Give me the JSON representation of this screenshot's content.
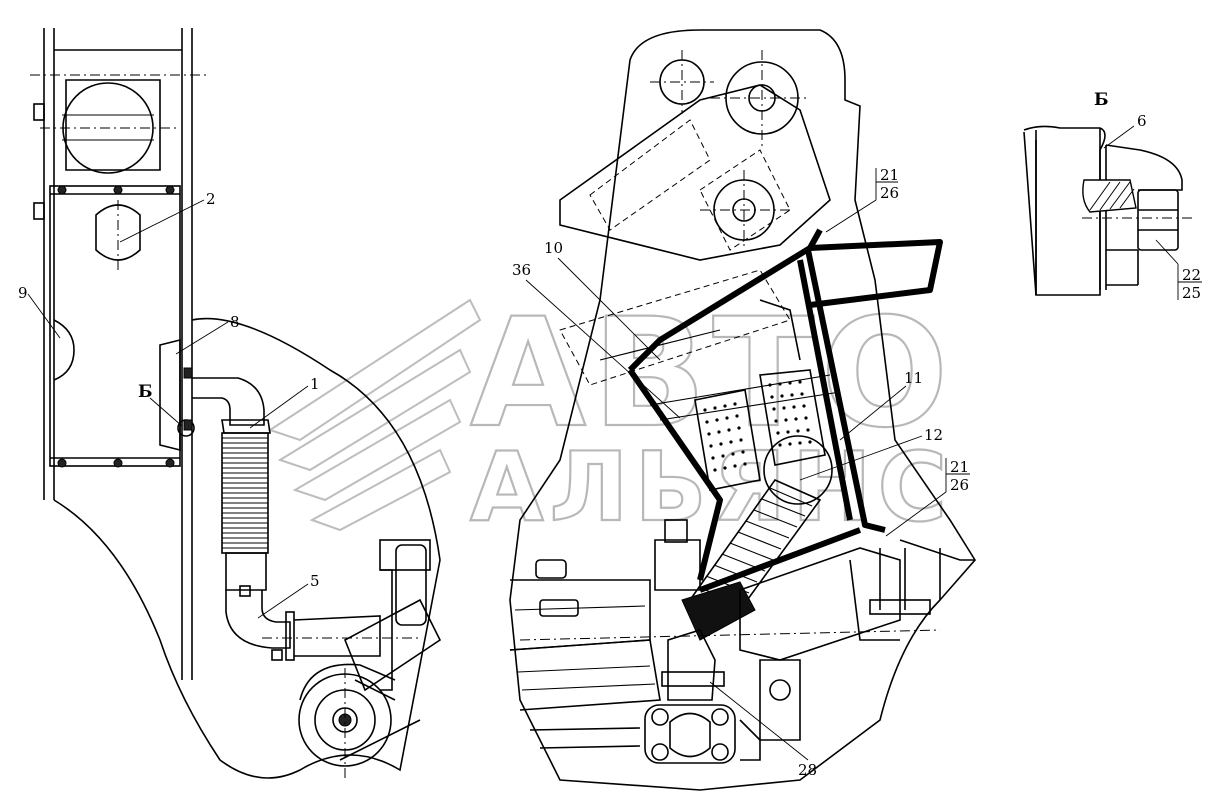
{
  "watermark": {
    "line1": "АВТО",
    "line2": "АЛЬЯНС"
  },
  "left_view": {
    "labels": {
      "c1": "1",
      "c2": "2",
      "c5": "5",
      "c8": "8",
      "c9": "9",
      "detail": "Б"
    }
  },
  "center_view": {
    "labels": {
      "c10": "10",
      "c11": "11",
      "c12": "12",
      "c28": "28",
      "c36": "36"
    },
    "fractions": {
      "upper": {
        "top": "21",
        "bottom": "26"
      },
      "lower": {
        "top": "21",
        "bottom": "26"
      }
    }
  },
  "detail_view": {
    "title": "Б",
    "labels": {
      "c6": "6"
    },
    "fraction": {
      "top": "22",
      "bottom": "25"
    }
  }
}
